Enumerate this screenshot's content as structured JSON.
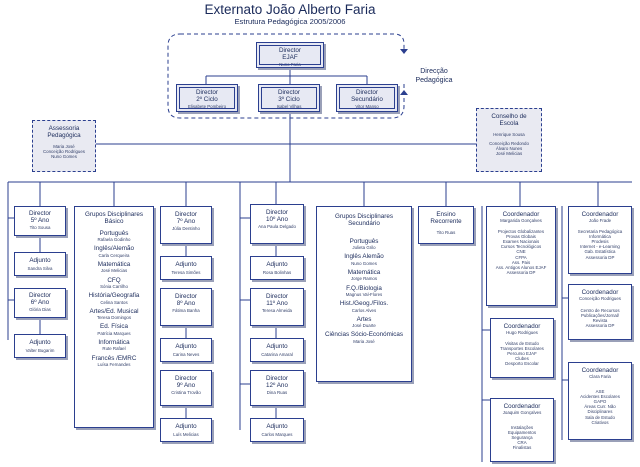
{
  "title": "Externato João Alberto Faria",
  "subtitle": "Estrutura Pedagógica 2005/2006",
  "top": {
    "director": {
      "role": "Director",
      "unit": "EJAF",
      "name": "Nuno Faria"
    },
    "cycle2": {
      "role": "Director",
      "unit": "2º Ciclo",
      "name": "Elisabete Pombeiro"
    },
    "cycle3": {
      "role": "Director",
      "unit": "3º Ciclo",
      "name": "Isabel Vilhas"
    },
    "secundario": {
      "role": "Director",
      "unit": "Secundário",
      "name": "Vitor Manso"
    },
    "direccao_label_1": "Direcção",
    "direccao_label_2": "Pedagógica"
  },
  "assessoria": {
    "title_1": "Assessoria",
    "title_2": "Pedagógica",
    "names": [
      "Maria José",
      "Conceição Rodrigues",
      "Nuno Gomes"
    ]
  },
  "conselho": {
    "title_1": "Conselho de",
    "title_2": "Escola",
    "names": [
      "Henrique Sousa",
      "",
      "Conceição Redondo",
      "Álvaro Nunes",
      "José Melicias"
    ]
  },
  "col1": [
    {
      "role": "Director",
      "unit": "5º Ano",
      "name": "Tito Sousa"
    },
    {
      "role": "Adjunto",
      "name": "Sandra Silva"
    },
    {
      "role": "Director",
      "unit": "6º Ano",
      "name": "Glória Dias"
    },
    {
      "role": "Adjunto",
      "name": "Valter Bugarim"
    }
  ],
  "grupos_basico": {
    "title_1": "Grupos Disciplinares",
    "title_2": "Básico",
    "items": [
      {
        "subject": "Português",
        "name": "Rafaela Godinho"
      },
      {
        "subject": "Inglês/Alemão",
        "name": "Carla Cerqueira"
      },
      {
        "subject": "Matemática",
        "name": "José Melicias"
      },
      {
        "subject": "CFQ",
        "name": "Sónia Carrilho"
      },
      {
        "subject": "História/Geografia",
        "name": "Celina Santos"
      },
      {
        "subject": "Artes/Ed. Musical",
        "name": "Teresa Domingos"
      },
      {
        "subject": "Ed. Física",
        "name": "Patrícia Marques"
      },
      {
        "subject": "Informática",
        "name": "Rute Rafael"
      },
      {
        "subject": "Francês /EMRC",
        "name": "Luísa Fernandes"
      }
    ]
  },
  "col3": [
    {
      "role": "Director",
      "unit": "7º Ano",
      "name": "Júlia Dentinho"
    },
    {
      "role": "Adjunto",
      "name": "Teresa Simões"
    },
    {
      "role": "Director",
      "unit": "8º Ano",
      "name": "Fátima Banha"
    },
    {
      "role": "Adjunto",
      "name": "Carina Neves"
    },
    {
      "role": "Director",
      "unit": "9º Ano",
      "name": "Cristina Trovão"
    },
    {
      "role": "Adjunto",
      "name": "Luís Melicias"
    }
  ],
  "col4": [
    {
      "role": "Director",
      "unit": "10º Ano",
      "name": "Ana Paula Delgado"
    },
    {
      "role": "Adjunto",
      "name": "Rosa Bolinhas"
    },
    {
      "role": "Director",
      "unit": "11º Ano",
      "name": "Teresa Almeida"
    },
    {
      "role": "Adjunto",
      "name": "Catarina Amaral"
    },
    {
      "role": "Director",
      "unit": "12º Ano",
      "name": "Dina Ruas"
    },
    {
      "role": "Adjunto",
      "name": "Carlos Marques"
    }
  ],
  "grupos_secundario": {
    "title_1": "Grupos Disciplinares",
    "title_2": "Secundário",
    "items": [
      {
        "subject": "Português",
        "name": "Julieta Grilo"
      },
      {
        "subject": "Inglês Alemão",
        "name": "Nuno Gomes"
      },
      {
        "subject": "Matemática",
        "name": "Jorge Ramos"
      },
      {
        "subject": "F.Q./Biologia",
        "name": "Magnus Val-Flores"
      },
      {
        "subject": "Hist./Geog./Filos.",
        "name": "Carlos Alves"
      },
      {
        "subject": "Artes",
        "name": "José Duarte"
      },
      {
        "subject": "Ciências Sócio-Económicas",
        "name": "Maria José"
      }
    ]
  },
  "ensino": {
    "title_1": "Ensino",
    "title_2": "Recorrente",
    "name": "Tito Ruas"
  },
  "coord_left": [
    {
      "role": "Coordenador",
      "name": "Margarida Gonçalves",
      "items": [
        "Projectos Globalizantes",
        "Provas Globais",
        "Exames Nacionais",
        "Cursos Tecnológicos",
        "CNE",
        "CFPA",
        "Ass. Pais",
        "Ass. Antigos Alunos EJAF",
        "Assessoria DP"
      ]
    },
    {
      "role": "Coordenador",
      "name": "Hugo Rodrigues",
      "items": [
        "Visitas de Estudo",
        "Transportes Escolares",
        "Percurso EJAF",
        "Clubes",
        "Desporto Escolar"
      ]
    },
    {
      "role": "Coordenador",
      "name": "Joaquim Gonçalves",
      "items": [
        "Instalações",
        "Equipamentos",
        "Segurança",
        "CRA",
        "Finalistas"
      ]
    }
  ],
  "coord_right": [
    {
      "role": "Coordenador",
      "name": "João Frade",
      "items": [
        "Secretaria Pedagógica",
        "Informática",
        "Prodesis",
        "Internet - e-Learning",
        "Gab. Estatística",
        "Assessoria DP"
      ]
    },
    {
      "role": "Coordenador",
      "name": "Conceição Rodrigues",
      "items": [
        "Centro de Recursos",
        "Publicações/Jornal/",
        "Revista",
        "Assessoria DP"
      ]
    },
    {
      "role": "Coordenador",
      "name": "Clara Faria",
      "items": [
        "ASE",
        "Acidentes Escolares",
        "GAPO",
        "Áreas Curr. Não",
        "Disciplinares",
        "Sala de Estudo",
        "Criativos"
      ]
    }
  ]
}
